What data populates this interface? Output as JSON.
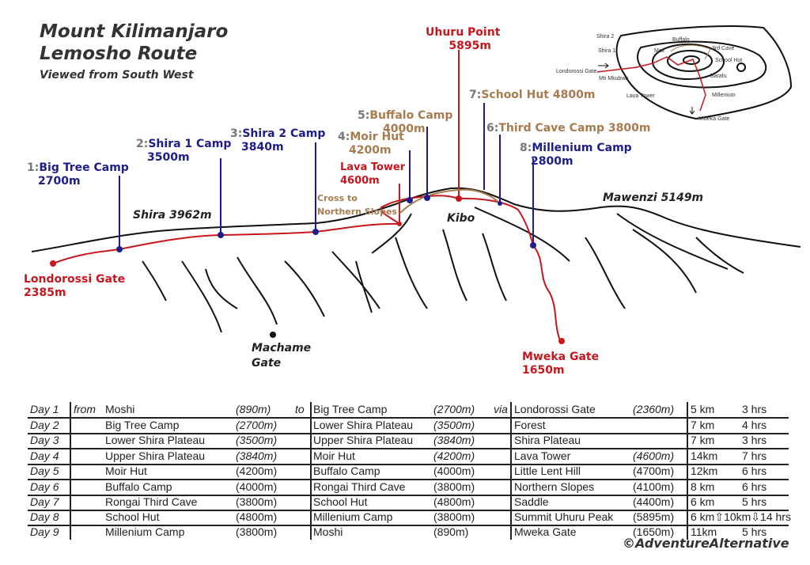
{
  "title": {
    "line1": "Mount Kilimanjaro",
    "line2": "Lemosho Route",
    "subtitle": "Viewed from South West"
  },
  "colors": {
    "route": "#c8161d",
    "camp": "#1d1d8a",
    "descent_label": "#a87b4f"
  },
  "labels": {
    "uhuru": {
      "name": "Uhuru Point",
      "alt": "5895m"
    },
    "londorossi": {
      "name": "Londorossi Gate",
      "alt": "2385m"
    },
    "mweka": {
      "name": "Mweka Gate",
      "alt": "1650m"
    },
    "lava": {
      "name": "Lava Tower",
      "alt": "4600m"
    },
    "camps": [
      {
        "num": "1:",
        "name": "Big Tree Camp",
        "alt": "2700m"
      },
      {
        "num": "2:",
        "name": "Shira 1 Camp",
        "alt": "3500m"
      },
      {
        "num": "3:",
        "name": "Shira 2 Camp",
        "alt": "3840m"
      },
      {
        "num": "4:",
        "name": "Moir Hut",
        "alt": "4200m"
      },
      {
        "num": "5:",
        "name": "Buffalo Camp",
        "alt": "4000m"
      },
      {
        "num": "6:",
        "name": "Third Cave Camp 3800m"
      },
      {
        "num": "7:",
        "name": "School Hut 4800m"
      },
      {
        "num": "8:",
        "name": "Millenium Camp",
        "alt": "2800m"
      }
    ],
    "cross": "Cross to Northern Slopes",
    "shira": "Shira 3962m",
    "kibo": "Kibo",
    "mawenzi": "Mawenzi 5149m",
    "machame": "Machame Gate"
  },
  "inset": {
    "labels": [
      "Shira 2",
      "Shira 1",
      "Londorossi Gate",
      "Mti Mkubwa",
      "Lava Tower",
      "Moir",
      "Buffalo",
      "3rd Cave",
      "School Hut",
      "Barafu",
      "Millenium",
      "Mweka Gate"
    ]
  },
  "table": {
    "from_label": "from",
    "to_label": "to",
    "via_label": "via",
    "rows": [
      {
        "day": "Day 1",
        "from": "Moshi",
        "from_alt": "(890m)",
        "to": "Big Tree Camp",
        "to_alt": "(2700m)",
        "via": "Londorossi Gate",
        "via_alt": "(2360m)",
        "km": "5 km",
        "hrs": "3 hrs"
      },
      {
        "day": "Day 2",
        "from": "Big Tree Camp",
        "from_alt": "(2700m)",
        "to": "Lower Shira Plateau",
        "to_alt": "(3500m)",
        "via": "Forest",
        "via_alt": "",
        "km": "7 km",
        "hrs": "4 hrs"
      },
      {
        "day": "Day 3",
        "from": "Lower Shira Plateau",
        "from_alt": "(3500m)",
        "to": "Upper Shira Plateau",
        "to_alt": "(3840m)",
        "via": "Shira Plateau",
        "via_alt": "",
        "km": "7 km",
        "hrs": "3 hrs"
      },
      {
        "day": "Day 4",
        "from": "Upper Shira Plateau",
        "from_alt": "(3840m)",
        "to": "Moir Hut",
        "to_alt": "(4200m)",
        "via": "Lava Tower",
        "via_alt": "(4600m)",
        "km": "14km",
        "hrs": "7 hrs"
      },
      {
        "day": "Day 5",
        "from": "Moir Hut",
        "from_alt": "(4200m)",
        "to": "Buffalo Camp",
        "to_alt": "(4000m)",
        "via": "Little Lent Hill",
        "via_alt": "(4700m)",
        "km": "12km",
        "hrs": "6 hrs"
      },
      {
        "day": "Day 6",
        "from": "Buffalo Camp",
        "from_alt": "(4000m)",
        "to": "Rongai Third Cave",
        "to_alt": "(3800m)",
        "via": "Northern Slopes",
        "via_alt": "(4100m)",
        "km": "8 km",
        "hrs": "6 hrs"
      },
      {
        "day": "Day 7",
        "from": "Rongai Third Cave",
        "from_alt": "(3800m)",
        "to": "School Hut",
        "to_alt": "(4800m)",
        "via": "Saddle",
        "via_alt": "(4400m)",
        "km": "6 km",
        "hrs": "5 hrs"
      },
      {
        "day": "Day 8",
        "from": "School Hut",
        "from_alt": "(4800m)",
        "to": "Millenium Camp",
        "to_alt": "(3800m)",
        "via": "Summit Uhuru Peak",
        "via_alt": "(5895m)",
        "km": "6 km⇧10km⇩14 hrs",
        "hrs": ""
      },
      {
        "day": "Day 9",
        "from": "Millenium Camp",
        "from_alt": "(3800m)",
        "to": "Moshi",
        "to_alt": "(890m)",
        "via": "Mweka Gate",
        "via_alt": "(1650m)",
        "km": "11km",
        "hrs": "5 hrs"
      }
    ]
  },
  "copyright": "©AdventureAlternative"
}
